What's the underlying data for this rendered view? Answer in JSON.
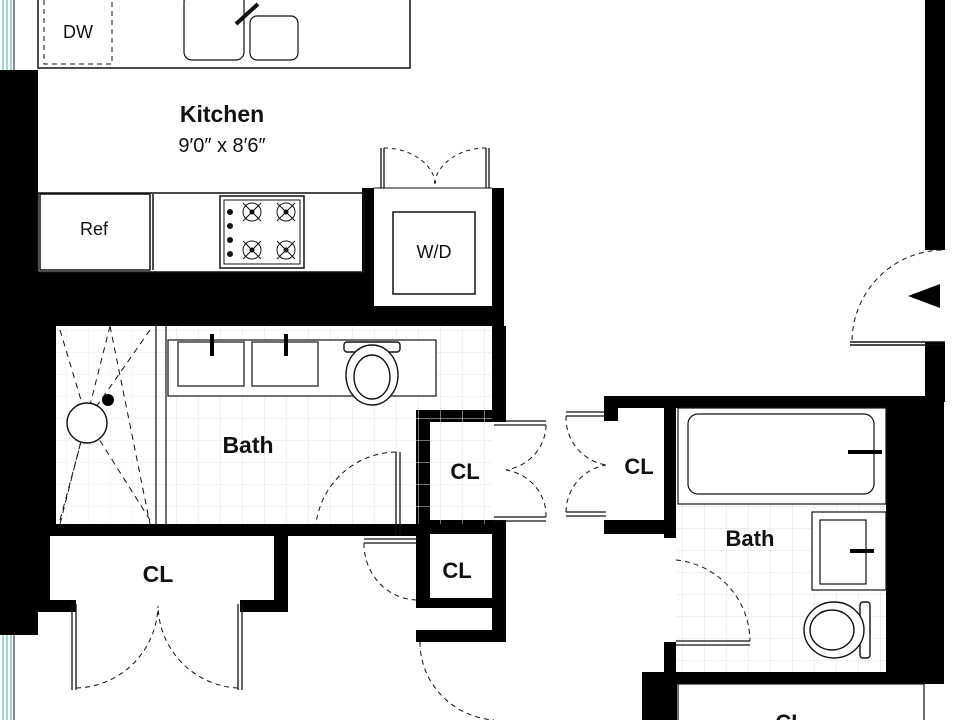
{
  "plan": {
    "colors": {
      "wall": "#000000",
      "line": "#111111",
      "tile": "#dddddd",
      "window": "#7fc6cc"
    },
    "rooms": {
      "kitchen": {
        "name": "Kitchen",
        "dimensions": "9′0″ x 8′6″"
      },
      "bath_left": {
        "name": "Bath"
      },
      "bath_right": {
        "name": "Bath"
      },
      "closet_upper_mid": {
        "name": "CL"
      },
      "closet_upper_right": {
        "name": "CL"
      },
      "closet_lower_mid": {
        "name": "CL"
      },
      "closet_left": {
        "name": "CL"
      },
      "closet_bottom_right": {
        "name": "CL"
      }
    },
    "fixtures": {
      "dishwasher": "DW",
      "refrigerator": "Ref",
      "washer_dryer": "W/D"
    },
    "icons": {
      "entry": "entry-arrow-icon",
      "stove": "stove-icon",
      "sink": "sink-icon",
      "toilet": "toilet-icon",
      "tub": "bathtub-icon",
      "shower": "shower-icon"
    }
  }
}
